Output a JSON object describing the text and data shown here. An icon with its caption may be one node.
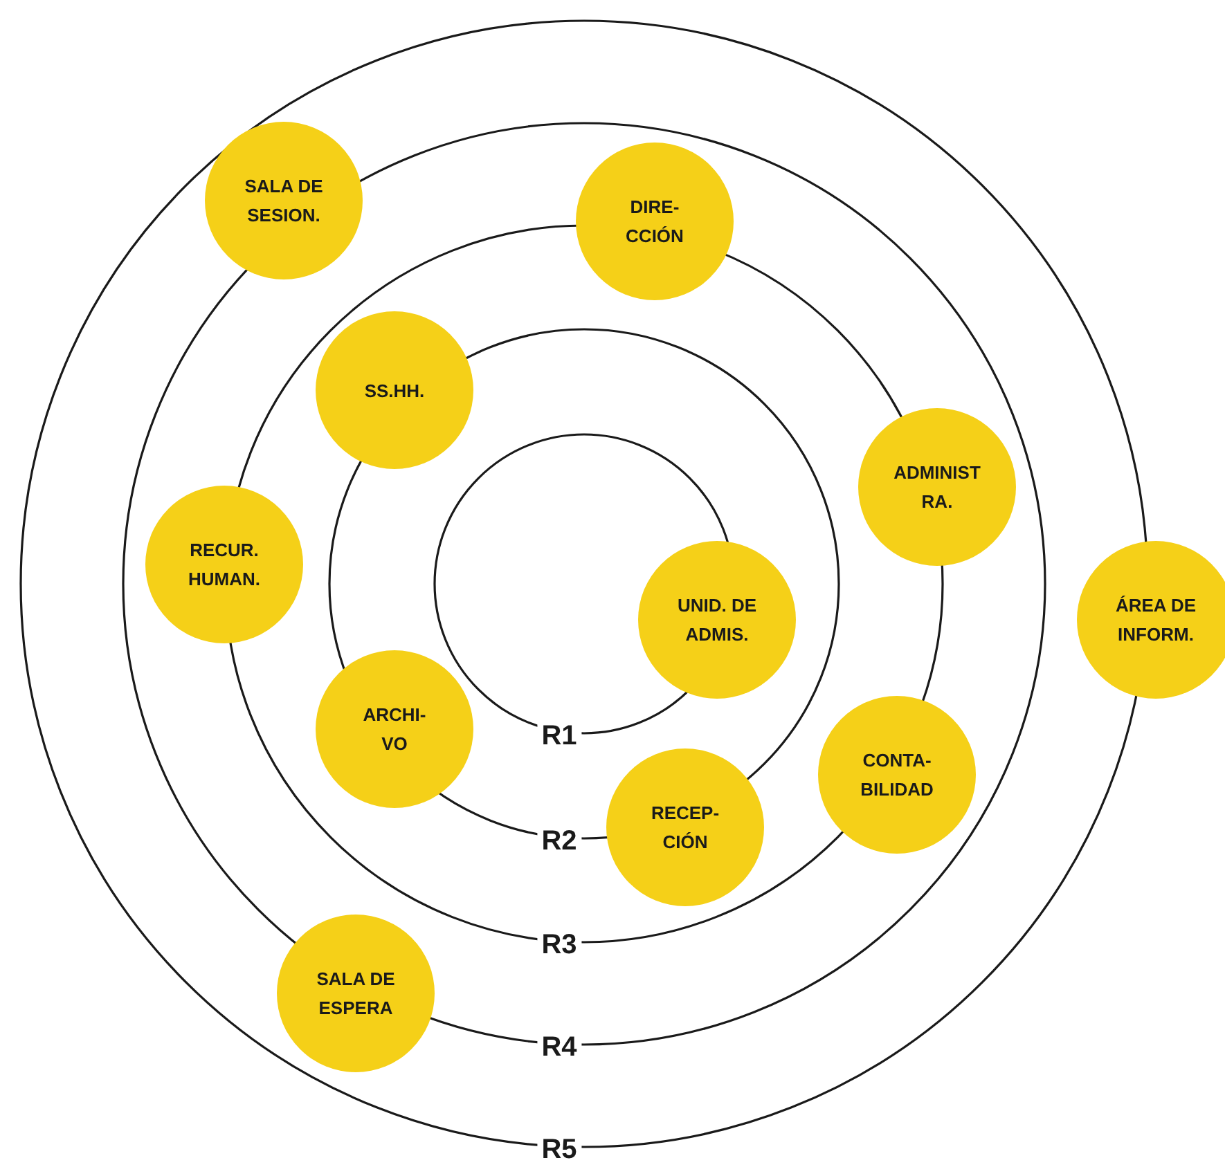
{
  "diagram": {
    "nodes": [
      {
        "text": [
          "SALA DE SESION."
        ]
      },
      {
        "text": [
          "DIRE- CCIÓN"
        ]
      },
      {
        "text": [
          "SS.HH."
        ]
      },
      {
        "text": [
          "ADMINIST RA."
        ]
      },
      {
        "text": [
          "RECUR. HUMAN."
        ]
      },
      {
        "text": [
          "UNID. DE ADMIS."
        ]
      },
      {
        "text": [
          "ÁREA DE INFORM."
        ]
      },
      {
        "text": [
          "ARCHI- VO"
        ]
      },
      {
        "text": [
          "CONTA- BILIDAD"
        ]
      },
      {
        "text": [
          "RECEP- CIÓN"
        ]
      },
      {
        "text": [
          "SALA DE ESPERA"
        ]
      }
    ],
    "labels": [
      "R1",
      "R2",
      "R3",
      "R4",
      "R5"
    ]
  }
}
